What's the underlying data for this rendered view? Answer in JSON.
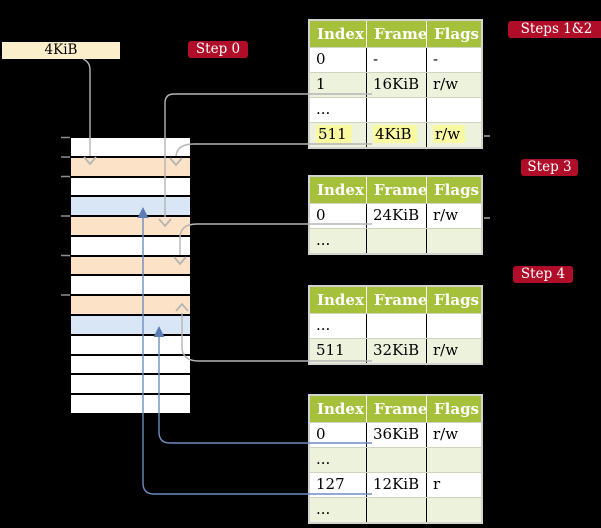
{
  "page_label": {
    "text": "4KiB"
  },
  "badges": {
    "step0": "Step 0",
    "steps12": "Steps 1&2",
    "step3": "Step 3",
    "step4": "Step 4"
  },
  "table_headers": [
    "Index",
    "Frame",
    "Flags"
  ],
  "tables": {
    "t1": {
      "rows": [
        [
          "0",
          "-",
          "-"
        ],
        [
          "1",
          "16KiB",
          "r/w"
        ],
        [
          "...",
          "",
          ""
        ],
        [
          "511",
          "4KiB",
          "r/w"
        ]
      ],
      "highlighted_row": "511 | 4KiB | r/w"
    },
    "t2": {
      "rows": [
        [
          "0",
          "24KiB",
          "r/w"
        ],
        [
          "...",
          "",
          ""
        ]
      ]
    },
    "t3": {
      "rows": [
        [
          "...",
          "",
          ""
        ],
        [
          "511",
          "32KiB",
          "r/w"
        ]
      ]
    },
    "t4": {
      "rows": [
        [
          "0",
          "36KiB",
          "r/w"
        ],
        [
          "...",
          "",
          ""
        ],
        [
          "127",
          "12KiB",
          "r"
        ],
        [
          "...",
          "",
          ""
        ]
      ]
    }
  },
  "memory": {
    "row_colors": [
      "white",
      "orange",
      "white",
      "blue",
      "orange",
      "white",
      "orange",
      "white",
      "orange",
      "blue",
      "white",
      "white",
      "white",
      "white"
    ],
    "tick_row_tops": [
      1,
      2,
      3,
      5,
      7,
      9
    ]
  },
  "connections": [
    {
      "from": "page-size-label-4KiB",
      "to": "memory-row-2-orange",
      "color": "gray"
    },
    {
      "from": "table1-row-1-16KiB",
      "to": "memory-row-5-orange",
      "color": "gray"
    },
    {
      "from": "table1-row-511-4KiB",
      "to": "memory-row-2-orange",
      "color": "gray"
    },
    {
      "from": "table2-row-0-24KiB",
      "to": "memory-row-7-orange",
      "color": "gray"
    },
    {
      "from": "table3-row-511-32KiB",
      "to": "memory-row-9-orange",
      "color": "gray"
    },
    {
      "from": "table4-row-0-36KiB",
      "to": "memory-row-10-blue",
      "color": "blue"
    },
    {
      "from": "table4-row-127-12KiB",
      "to": "memory-row-4-blue",
      "color": "blue"
    }
  ],
  "colors": {
    "background": "#000000",
    "table_header_green": "#a5c13c",
    "table_row_green": "#edf2dd",
    "memory_frame_orange": "#fce3c7",
    "memory_frame_blue": "#d9e6f5",
    "page_size_label_bg": "#fbeeca",
    "step_badge_red": "#b00d28",
    "highlight_yellow": "#f9f9a2",
    "gray_connector": "#b5b5b5",
    "blue_connector": "#6e8dc3"
  }
}
